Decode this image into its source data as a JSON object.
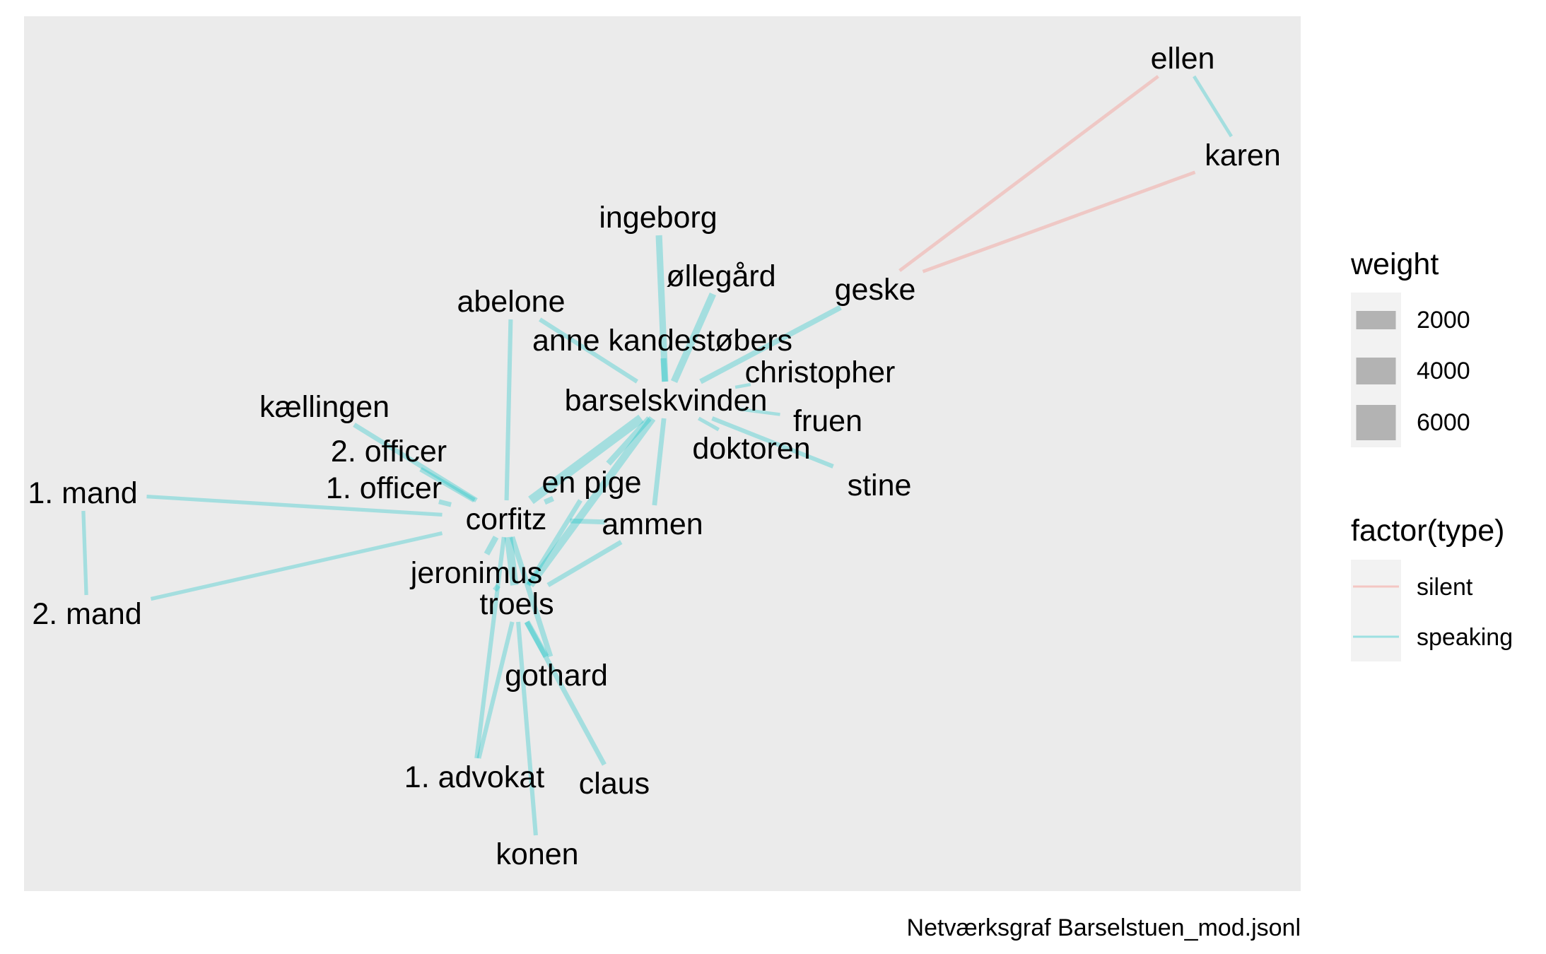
{
  "chart_data": {
    "type": "network",
    "caption": "Netværksgraf Barselstuen_mod.jsonl",
    "colors": {
      "silent": "#F8766D",
      "speaking": "#00BFC4",
      "panel": "#EBEBEB",
      "legend_key": "#F2F2F2",
      "weight_key": "#B3B3B3"
    },
    "nodes": [
      {
        "id": "ellen",
        "label": "ellen"
      },
      {
        "id": "karen",
        "label": "karen"
      },
      {
        "id": "ingeborg",
        "label": "ingeborg"
      },
      {
        "id": "ollegaard",
        "label": "øllegård"
      },
      {
        "id": "geske",
        "label": "geske"
      },
      {
        "id": "abelone",
        "label": "abelone"
      },
      {
        "id": "anne",
        "label": "anne kandestøbers"
      },
      {
        "id": "christopher",
        "label": "christopher"
      },
      {
        "id": "barselskvinden",
        "label": "barselskvinden"
      },
      {
        "id": "fruen",
        "label": "fruen"
      },
      {
        "id": "kaellingen",
        "label": "kællingen"
      },
      {
        "id": "officer2",
        "label": "2. officer"
      },
      {
        "id": "doktoren",
        "label": "doktoren"
      },
      {
        "id": "mand1",
        "label": "1. mand"
      },
      {
        "id": "officer1",
        "label": "1. officer"
      },
      {
        "id": "enpige",
        "label": "en pige"
      },
      {
        "id": "stine",
        "label": "stine"
      },
      {
        "id": "corfitz",
        "label": "corfitz"
      },
      {
        "id": "ammen",
        "label": "ammen"
      },
      {
        "id": "jeronimus",
        "label": "jeronimus"
      },
      {
        "id": "mand2",
        "label": "2. mand"
      },
      {
        "id": "troels",
        "label": "troels"
      },
      {
        "id": "gothard",
        "label": "gothard"
      },
      {
        "id": "advokat1",
        "label": "1. advokat"
      },
      {
        "id": "claus",
        "label": "claus"
      },
      {
        "id": "konen",
        "label": "konen"
      }
    ],
    "edges": [
      {
        "source": "ellen",
        "target": "karen",
        "type": "speaking",
        "weight": 1200
      },
      {
        "source": "geske",
        "target": "ellen",
        "type": "silent",
        "weight": 1200
      },
      {
        "source": "geske",
        "target": "karen",
        "type": "silent",
        "weight": 1200
      },
      {
        "source": "geske",
        "target": "barselskvinden",
        "type": "speaking",
        "weight": 3000
      },
      {
        "source": "ingeborg",
        "target": "barselskvinden",
        "type": "speaking",
        "weight": 4000
      },
      {
        "source": "ollegaard",
        "target": "barselskvinden",
        "type": "speaking",
        "weight": 4500
      },
      {
        "source": "anne",
        "target": "barselskvinden",
        "type": "speaking",
        "weight": 3500
      },
      {
        "source": "abelone",
        "target": "barselskvinden",
        "type": "speaking",
        "weight": 2000
      },
      {
        "source": "abelone",
        "target": "corfitz",
        "type": "speaking",
        "weight": 2000
      },
      {
        "source": "christopher",
        "target": "barselskvinden",
        "type": "speaking",
        "weight": 1000
      },
      {
        "source": "fruen",
        "target": "barselskvinden",
        "type": "speaking",
        "weight": 1000
      },
      {
        "source": "stine",
        "target": "barselskvinden",
        "type": "speaking",
        "weight": 2000
      },
      {
        "source": "doktoren",
        "target": "barselskvinden",
        "type": "speaking",
        "weight": 1500
      },
      {
        "source": "barselskvinden",
        "target": "corfitz",
        "type": "speaking",
        "weight": 6500
      },
      {
        "source": "barselskvinden",
        "target": "troels",
        "type": "speaking",
        "weight": 5000
      },
      {
        "source": "barselskvinden",
        "target": "enpige",
        "type": "speaking",
        "weight": 3500
      },
      {
        "source": "barselskvinden",
        "target": "ammen",
        "type": "speaking",
        "weight": 2500
      },
      {
        "source": "kaellingen",
        "target": "corfitz",
        "type": "speaking",
        "weight": 2500
      },
      {
        "source": "officer2",
        "target": "corfitz",
        "type": "speaking",
        "weight": 2500
      },
      {
        "source": "officer1",
        "target": "corfitz",
        "type": "speaking",
        "weight": 2500
      },
      {
        "source": "mand1",
        "target": "corfitz",
        "type": "speaking",
        "weight": 1500
      },
      {
        "source": "mand1",
        "target": "mand2",
        "type": "speaking",
        "weight": 1500
      },
      {
        "source": "mand2",
        "target": "corfitz",
        "type": "speaking",
        "weight": 1500
      },
      {
        "source": "enpige",
        "target": "corfitz",
        "type": "speaking",
        "weight": 3000
      },
      {
        "source": "ammen",
        "target": "corfitz",
        "type": "speaking",
        "weight": 2500
      },
      {
        "source": "corfitz",
        "target": "jeronimus",
        "type": "speaking",
        "weight": 3500
      },
      {
        "source": "corfitz",
        "target": "troels",
        "type": "speaking",
        "weight": 5500
      },
      {
        "source": "corfitz",
        "target": "gothard",
        "type": "speaking",
        "weight": 3000
      },
      {
        "source": "corfitz",
        "target": "advokat1",
        "type": "speaking",
        "weight": 2000
      },
      {
        "source": "jeronimus",
        "target": "troels",
        "type": "speaking",
        "weight": 3500
      },
      {
        "source": "troels",
        "target": "gothard",
        "type": "speaking",
        "weight": 3500
      },
      {
        "source": "troels",
        "target": "advokat1",
        "type": "speaking",
        "weight": 2000
      },
      {
        "source": "troels",
        "target": "claus",
        "type": "speaking",
        "weight": 2500
      },
      {
        "source": "troels",
        "target": "konen",
        "type": "speaking",
        "weight": 2000
      },
      {
        "source": "ammen",
        "target": "troels",
        "type": "speaking",
        "weight": 2500
      },
      {
        "source": "enpige",
        "target": "troels",
        "type": "speaking",
        "weight": 2500
      }
    ],
    "legend": {
      "weight": {
        "title": "weight",
        "entries": [
          {
            "label": "2000",
            "value": 2000
          },
          {
            "label": "4000",
            "value": 4000
          },
          {
            "label": "6000",
            "value": 6000
          }
        ]
      },
      "type": {
        "title": "factor(type)",
        "entries": [
          {
            "label": "silent",
            "key": "silent"
          },
          {
            "label": "speaking",
            "key": "speaking"
          }
        ]
      }
    }
  }
}
